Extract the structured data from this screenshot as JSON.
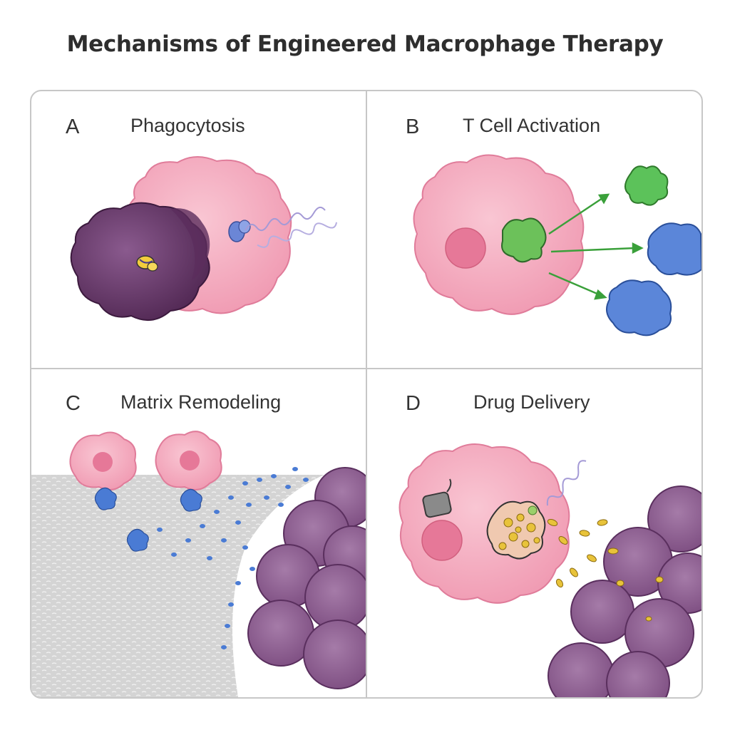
{
  "figure": {
    "title": "Mechanisms of Engineered Macrophage Therapy"
  },
  "panels": [
    {
      "letter": "A",
      "title": "Phagocytosis"
    },
    {
      "letter": "B",
      "title": "T Cell Activation"
    },
    {
      "letter": "C",
      "title": "Matrix Remodeling"
    },
    {
      "letter": "D",
      "title": "Drug Delivery"
    }
  ],
  "colors": {
    "macrophage": "#f4a7bd",
    "tumor": "#7b4a80",
    "t_cell_green": "#5cc25a",
    "t_cell_blue": "#5b86d9",
    "enzyme": "#4a7bd4",
    "drug": "#e8c33a",
    "matrix": "#d2d2d2"
  }
}
